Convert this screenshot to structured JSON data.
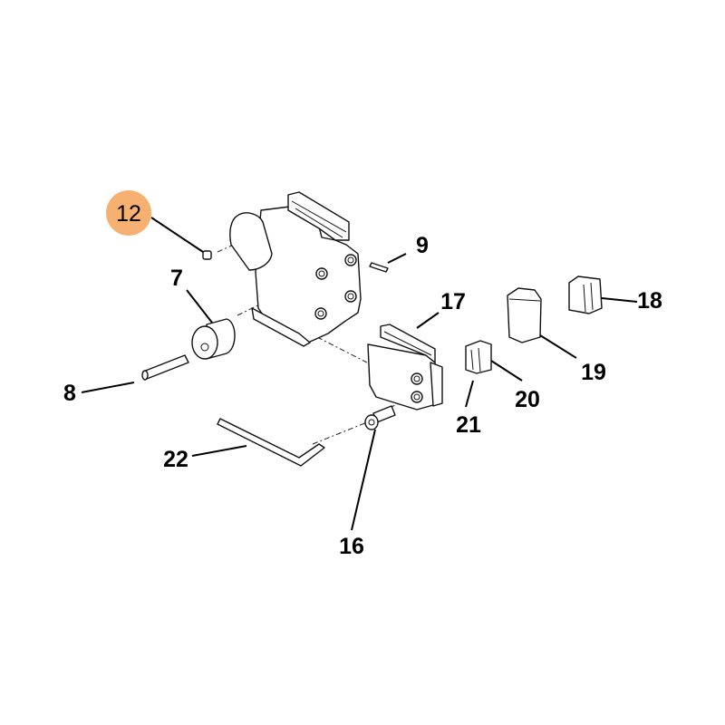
{
  "diagram": {
    "highlight_color": "#f5b072",
    "highlighted_part": "12",
    "callouts": [
      {
        "id": "c12",
        "label": "12"
      },
      {
        "id": "c7",
        "label": "7"
      },
      {
        "id": "c9",
        "label": "9"
      },
      {
        "id": "c17",
        "label": "17"
      },
      {
        "id": "c18",
        "label": "18"
      },
      {
        "id": "c19",
        "label": "19"
      },
      {
        "id": "c20",
        "label": "20"
      },
      {
        "id": "c21",
        "label": "21"
      },
      {
        "id": "c8",
        "label": "8"
      },
      {
        "id": "c22",
        "label": "22"
      },
      {
        "id": "c16",
        "label": "16"
      }
    ]
  }
}
